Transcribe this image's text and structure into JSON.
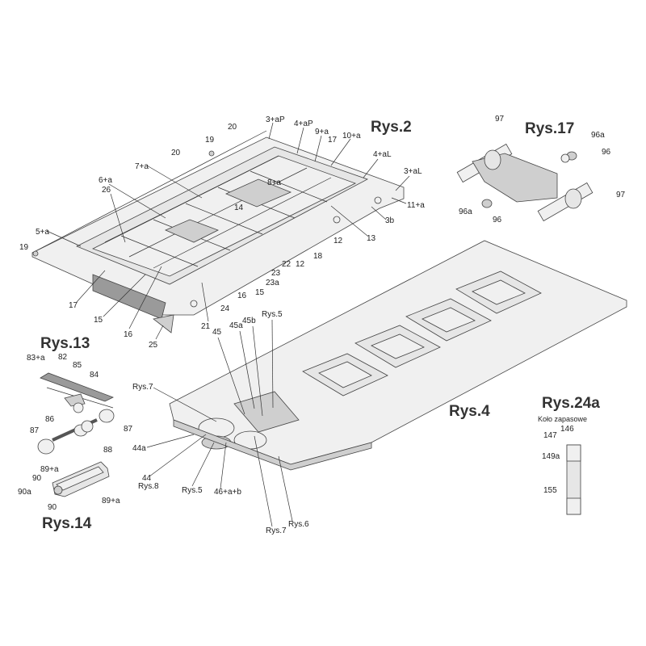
{
  "figures": {
    "rys2": {
      "title": "Rys.2",
      "labels": [
        "3+aP",
        "4+aP",
        "9+a",
        "17",
        "10+a",
        "4+aL",
        "3+aL",
        "11+a",
        "3b",
        "13",
        "12",
        "18",
        "22",
        "12",
        "23",
        "23a",
        "15",
        "16",
        "24",
        "21",
        "20",
        "19",
        "20",
        "7+a",
        "8+a",
        "14",
        "6+a",
        "26",
        "5+a",
        "19",
        "17",
        "15",
        "16",
        "25"
      ]
    },
    "rys4": {
      "title": "Rys.4",
      "labels": [
        "45",
        "45a",
        "45b",
        "Rys.5",
        "Rys.7",
        "44a",
        "44",
        "Rys.8",
        "Rys.5",
        "46+a+b",
        "Rys.7",
        "Rys.6"
      ]
    },
    "rys13": {
      "title": "Rys.13",
      "labels": [
        "83+a",
        "82",
        "85",
        "84",
        "86",
        "87",
        "87",
        "88"
      ]
    },
    "rys14": {
      "title": "Rys.14",
      "labels": [
        "89+a",
        "90",
        "90a",
        "90",
        "89+a"
      ]
    },
    "rys17": {
      "title": "Rys.17",
      "labels": [
        "97",
        "96a",
        "96",
        "97",
        "96a",
        "96"
      ]
    },
    "rys24a": {
      "title": "Rys.24a",
      "subtitle": "Koło zapasowe",
      "labels": [
        "146",
        "147",
        "149a",
        "155"
      ]
    }
  }
}
